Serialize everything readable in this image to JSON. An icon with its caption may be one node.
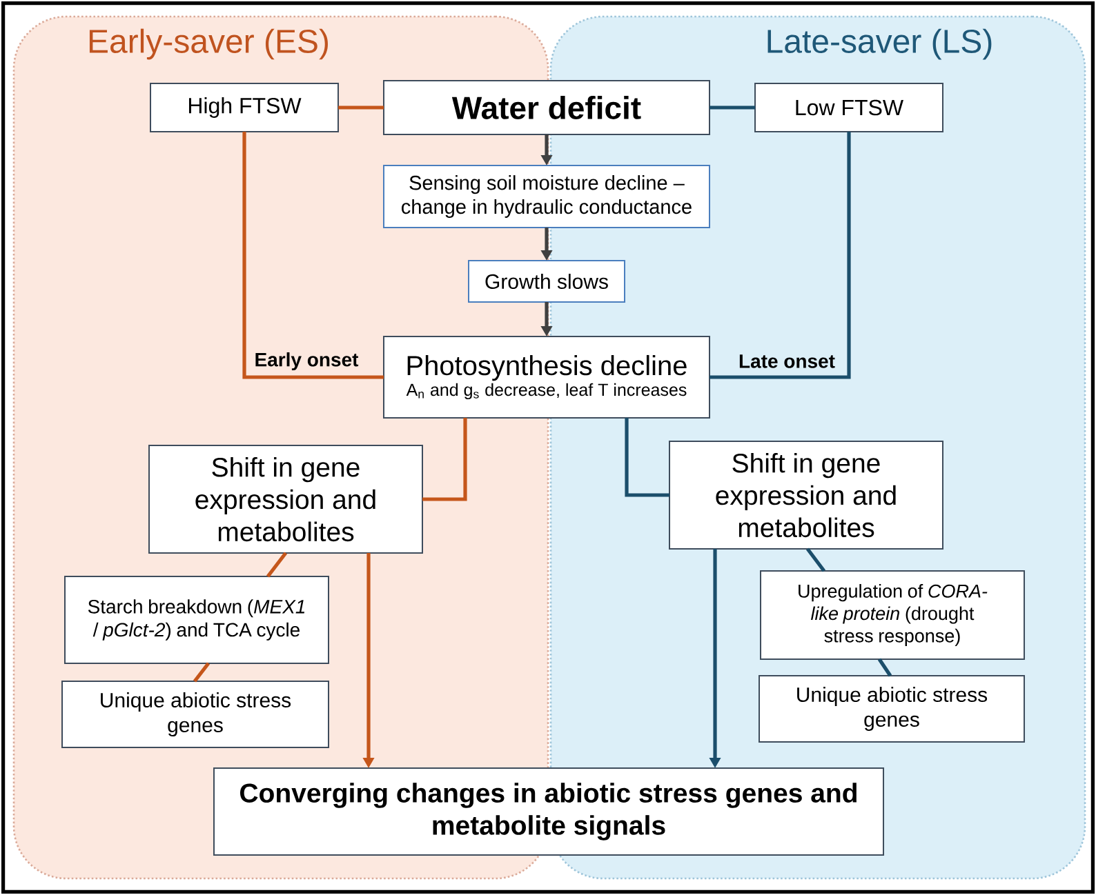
{
  "diagram": {
    "nodes": [
      {
        "text": [
          "Early-saver (ES)"
        ]
      },
      {
        "text": [
          "Late-saver (LS)"
        ]
      },
      {
        "text": [
          "High FTSW"
        ],
        "in": 0
      },
      {
        "text": [
          "Water deficit"
        ]
      },
      {
        "text": [
          "Low FTSW"
        ],
        "in": 1
      },
      {
        "text": [
          "Sensing soil moisture decline – change in hydraulic conductance"
        ]
      },
      {
        "text": [
          "Growth slows"
        ]
      },
      {
        "text": [
          "Photosynthesis decline",
          "A$_{n}$ and g$_{s}$ decrease, leaf T increases"
        ]
      },
      {
        "text": [
          "Shift in gene expression and metabolites"
        ],
        "in": 0
      },
      {
        "text": [
          "Starch breakdown (*MEX1* / *pGlct-2*) and TCA cycle"
        ],
        "in": 0
      },
      {
        "text": [
          "Unique abiotic stress genes"
        ],
        "in": 0
      },
      {
        "text": [
          "Shift in gene expression and metabolites"
        ],
        "in": 1
      },
      {
        "text": [
          "Upregulation of *CORA-like protein* (drought stress response)"
        ],
        "in": 1
      },
      {
        "text": [
          "Unique abiotic stress genes"
        ],
        "in": 1
      },
      {
        "text": [
          "Converging changes in abiotic stress genes and metabolite signals"
        ]
      }
    ],
    "edges": [
      {
        "from": 3,
        "to": 2,
        "arrow": "none",
        "color": "#c5561b"
      },
      {
        "from": 3,
        "to": 4,
        "arrow": "none",
        "color": "#1b4e6b"
      },
      {
        "from": 3,
        "to": 5,
        "arrow": "to",
        "color": "#404040"
      },
      {
        "from": 5,
        "to": 6,
        "arrow": "to",
        "color": "#404040"
      },
      {
        "from": 6,
        "to": 7,
        "arrow": "to",
        "color": "#404040"
      },
      {
        "from": 2,
        "to": 7,
        "arrow": "none",
        "label": "Early onset",
        "color": "#c5561b"
      },
      {
        "from": 4,
        "to": 7,
        "arrow": "none",
        "label": "Late onset",
        "color": "#1b4e6b"
      },
      {
        "from": 7,
        "to": 8,
        "arrow": "none",
        "color": "#c5561b"
      },
      {
        "from": 7,
        "to": 11,
        "arrow": "none",
        "color": "#1b4e6b"
      },
      {
        "from": 8,
        "to": 9,
        "arrow": "none",
        "color": "#c5561b"
      },
      {
        "from": 9,
        "to": 10,
        "arrow": "none",
        "color": "#c5561b"
      },
      {
        "from": 8,
        "to": 14,
        "arrow": "to",
        "color": "#c5561b"
      },
      {
        "from": 11,
        "to": 12,
        "arrow": "none",
        "color": "#1b4e6b"
      },
      {
        "from": 12,
        "to": 13,
        "arrow": "none",
        "color": "#1b4e6b"
      },
      {
        "from": 11,
        "to": 14,
        "arrow": "to",
        "color": "#1b4e6b"
      }
    ]
  }
}
